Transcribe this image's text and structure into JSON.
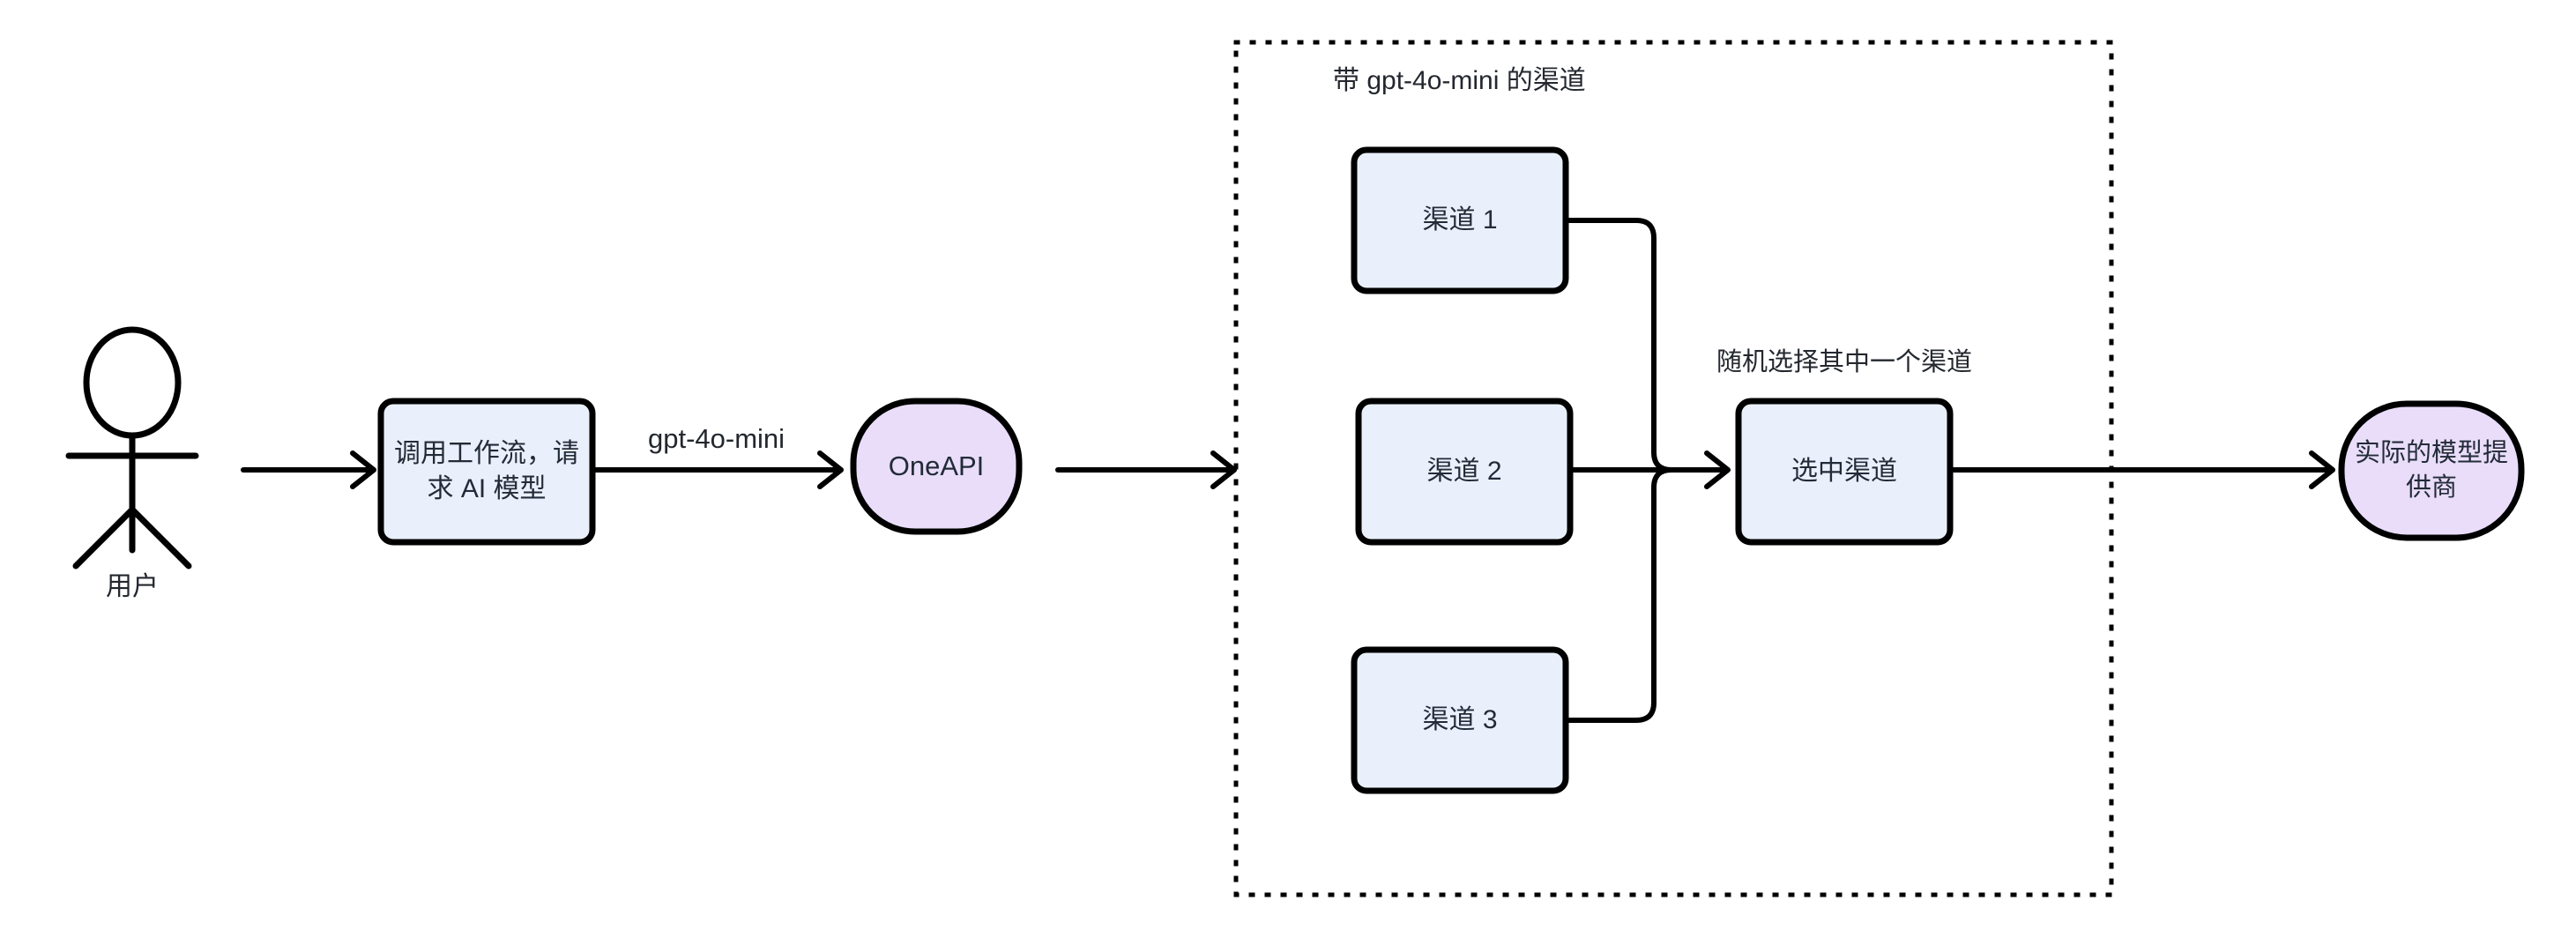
{
  "diagram": {
    "title_text": "",
    "colors": {
      "stroke": "#000000",
      "process_fill": "#eaf0fb",
      "terminal_fill": "#e9ddfa",
      "text": "#222b38",
      "group_border": "#000000",
      "background": "#ffffff"
    },
    "actor": {
      "name": "user-actor",
      "label": "用户",
      "icon": "stick-figure-icon"
    },
    "nodes": [
      {
        "id": "workflow-call",
        "label": "调用工作流，请\n求 AI 模型",
        "shape": "rounded-rect",
        "fill": "#eaf0fb"
      },
      {
        "id": "oneapi",
        "label": "OneAPI",
        "shape": "stadium",
        "fill": "#e9ddfa"
      },
      {
        "id": "channel-1",
        "label": "渠道 1",
        "shape": "rounded-rect",
        "fill": "#eaf0fb"
      },
      {
        "id": "channel-2",
        "label": "渠道 2",
        "shape": "rounded-rect",
        "fill": "#eaf0fb"
      },
      {
        "id": "channel-3",
        "label": "渠道 3",
        "shape": "rounded-rect",
        "fill": "#eaf0fb"
      },
      {
        "id": "selected-channel",
        "label": "选中渠道",
        "shape": "rounded-rect",
        "fill": "#eaf0fb"
      },
      {
        "id": "actual-provider",
        "label": "实际的模型提\n供商",
        "shape": "stadium",
        "fill": "#e9ddfa"
      }
    ],
    "group": {
      "id": "channel-group",
      "title": "带 gpt-4o-mini 的渠道",
      "border_style": "dotted"
    },
    "edge_labels": [
      {
        "id": "model-name-label",
        "text": "gpt-4o-mini"
      },
      {
        "id": "random-pick-label",
        "text": "随机选择其中一个渠道"
      }
    ]
  }
}
